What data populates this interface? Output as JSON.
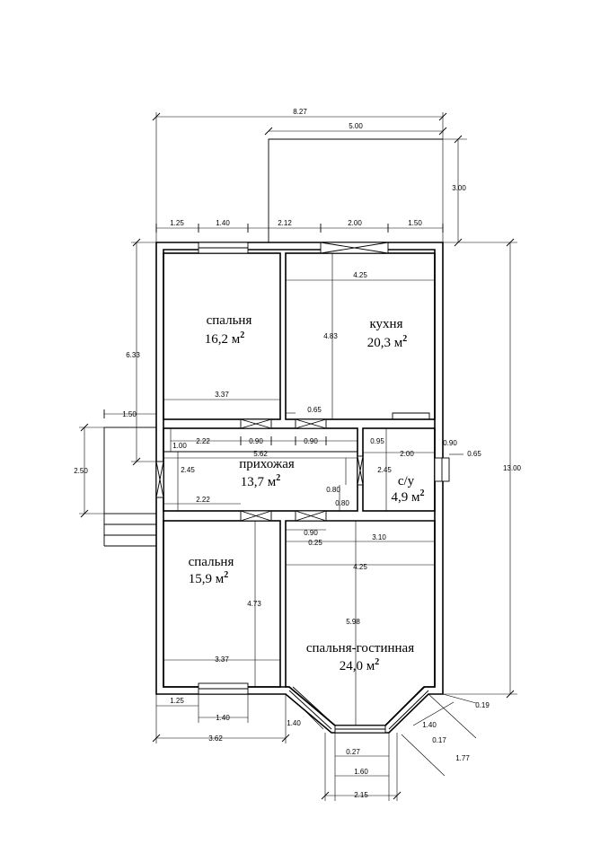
{
  "rooms": {
    "bedroom_top": {
      "name": "спальня",
      "area": "16,2 м",
      "sup": "2"
    },
    "kitchen": {
      "name": "кухня",
      "area": "20,3 м",
      "sup": "2"
    },
    "hallway": {
      "name": "прихожая",
      "area": "13,7 м",
      "sup": "2"
    },
    "bathroom": {
      "name": "с/у",
      "area": "4,9 м",
      "sup": "2"
    },
    "bedroom_bottom": {
      "name": "спальня",
      "area": "15,9 м",
      "sup": "2"
    },
    "living": {
      "name": "спальня-гостинная",
      "area": "24,0 м",
      "sup": "2"
    }
  },
  "dims": {
    "overall_width": "8.27",
    "ext_width": "5.00",
    "ext_depth": "3.00",
    "top_seg_1": "1.25",
    "top_seg_2": "1.40",
    "top_seg_3": "2.12",
    "top_seg_4": "2.00",
    "top_seg_5": "1.50",
    "left_height": "6.33",
    "total_height": "13.00",
    "kitchen_width": "4.25",
    "kitchen_depth": "4.83",
    "bedroom_top_width": "3.37",
    "kitchen_door_off": "0.65",
    "porch_width": "1.50",
    "porch_depth": "2.50",
    "hall_seg_1": "1.00",
    "hall_seg_2": "2.22",
    "hall_door_1": "0.90",
    "hall_door_2": "0.90",
    "hall_seg_3": "0.95",
    "hall_seg_4": "2.00",
    "bath_right": "0.90",
    "bath_vent": "0.65",
    "hall_width": "5.62",
    "hall_depth": "2.45",
    "bath_depth": "2.45",
    "hall_seg_5": "0.80",
    "hall_seg_6": "0.80",
    "hall_seg_7": "2.22",
    "living_door": "0.90",
    "living_off": "0.25",
    "living_seg": "3.10",
    "living_width": "4.25",
    "living_depth": "5.98",
    "bedroom_bottom_depth": "4.73",
    "bedroom_bottom_width": "3.37",
    "bottom_seg_1": "1.25",
    "bottom_seg_2": "1.40",
    "bottom_total": "3.62",
    "bay_side_left": "1.40",
    "bay_side_right": "1.40",
    "bay_front_1": "0.27",
    "bay_front_2": "1.60",
    "bay_front_3": "2.15",
    "bay_diag_1": "0.19",
    "bay_diag_2": "0.17",
    "bay_diag_3": "1.77"
  }
}
